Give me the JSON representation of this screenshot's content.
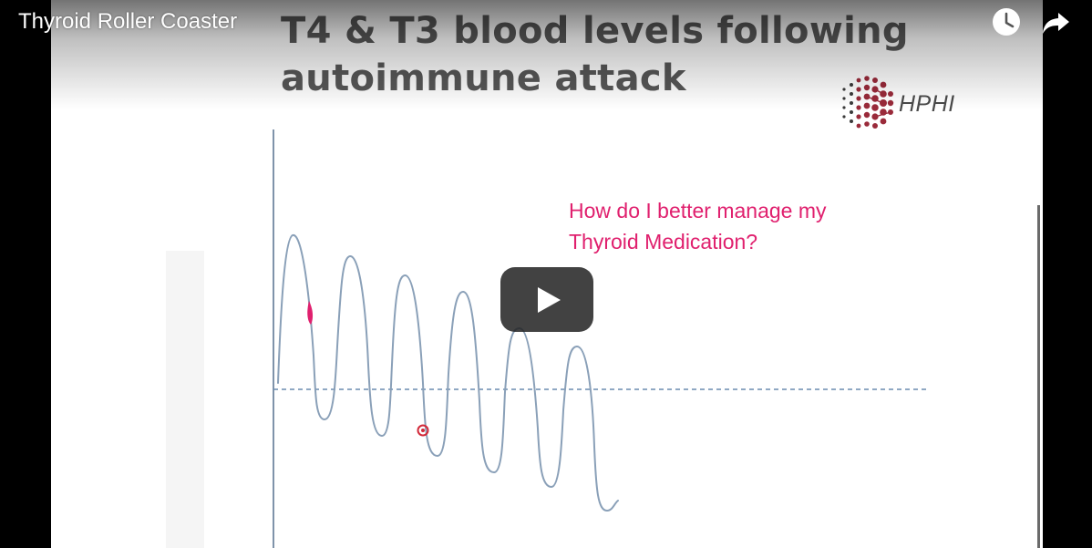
{
  "video": {
    "title": "Thyroid Roller Coaster"
  },
  "controls": {
    "watch_later_icon": "clock-icon",
    "share_icon": "share-arrow-icon",
    "play_icon": "play-icon"
  },
  "slide": {
    "title": "T4 & T3 blood levels following autoimmune attack",
    "logo_text": "HPHI",
    "question": "How do I better manage my\nThyroid Medication?"
  },
  "colors": {
    "accent": "#e0206e",
    "curve": "#8aa0b8",
    "axis": "#7f93aa",
    "baseline": "#6a8caf",
    "logo_dots": "#9a2a3a",
    "play_button": "#212121"
  }
}
